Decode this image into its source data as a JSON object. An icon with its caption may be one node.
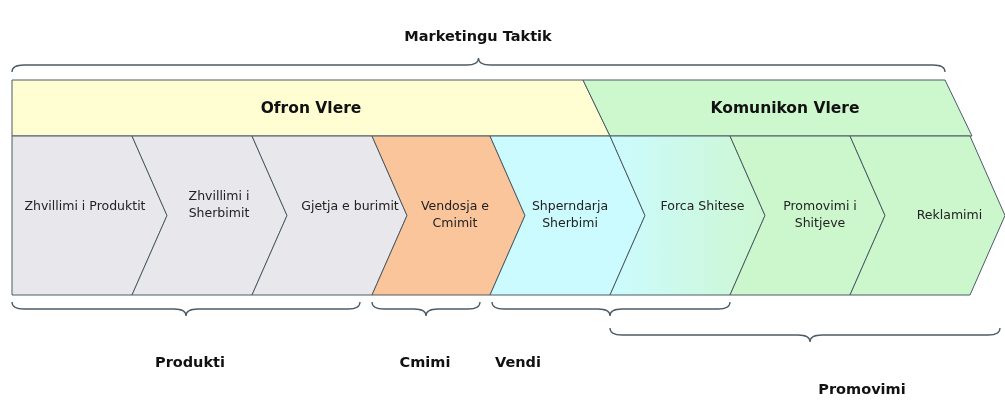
{
  "diagram": {
    "nodes": [
      {
        "text": [
          "Ofron Vlere"
        ]
      },
      {
        "text": [
          "Komunikon Vlere"
        ]
      },
      {
        "text": [
          "Zhvillimi i Produktit"
        ]
      },
      {
        "text": [
          "Zhvillimi i Sherbimit"
        ]
      },
      {
        "text": [
          "Gjetja e burimit"
        ]
      },
      {
        "text": [
          "Vendosja e Cmimit"
        ]
      },
      {
        "text": [
          "Shperndarja Sherbimi"
        ]
      },
      {
        "text": [
          "Forca Shitese"
        ]
      },
      {
        "text": [
          "Promovimi i Shitjeve"
        ]
      },
      {
        "text": [
          "Reklamimi"
        ]
      }
    ],
    "labels": [
      "Marketingu Taktik",
      "Produkti",
      "Cmimi",
      "Vendi",
      "Promovimi"
    ]
  }
}
